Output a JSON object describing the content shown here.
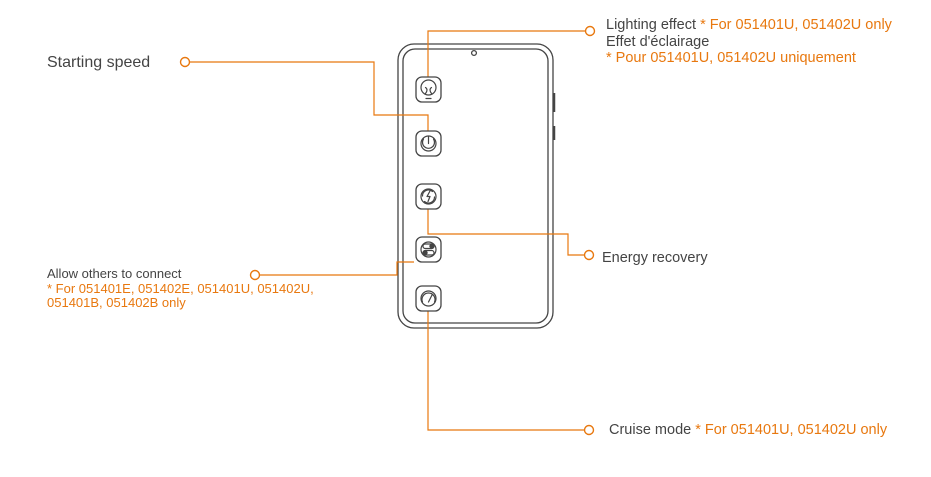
{
  "colors": {
    "accent": "#e8780f",
    "outline": "#444444",
    "text": "#444444"
  },
  "labels": {
    "starting_speed": "Starting speed",
    "lighting_effect": "Lighting effect",
    "lighting_effect_note": "* For 051401U, 051402U only",
    "lighting_effect_fr": "Effet d'éclairage",
    "lighting_effect_fr_note": "* Pour 051401U, 051402U uniquement",
    "energy_recovery": "Energy recovery",
    "allow_connect": "Allow others to connect",
    "allow_connect_note_1": "* For 051401E, 051402E, 051401U, 051402U,",
    "allow_connect_note_2": "051401B, 051402B only",
    "cruise_mode": "Cruise mode",
    "cruise_mode_note": "* For 051401U, 051402U only"
  },
  "icons": [
    "bulb-icon",
    "power-icon",
    "energy-recovery-icon",
    "toggle-icon",
    "speedometer-icon"
  ]
}
